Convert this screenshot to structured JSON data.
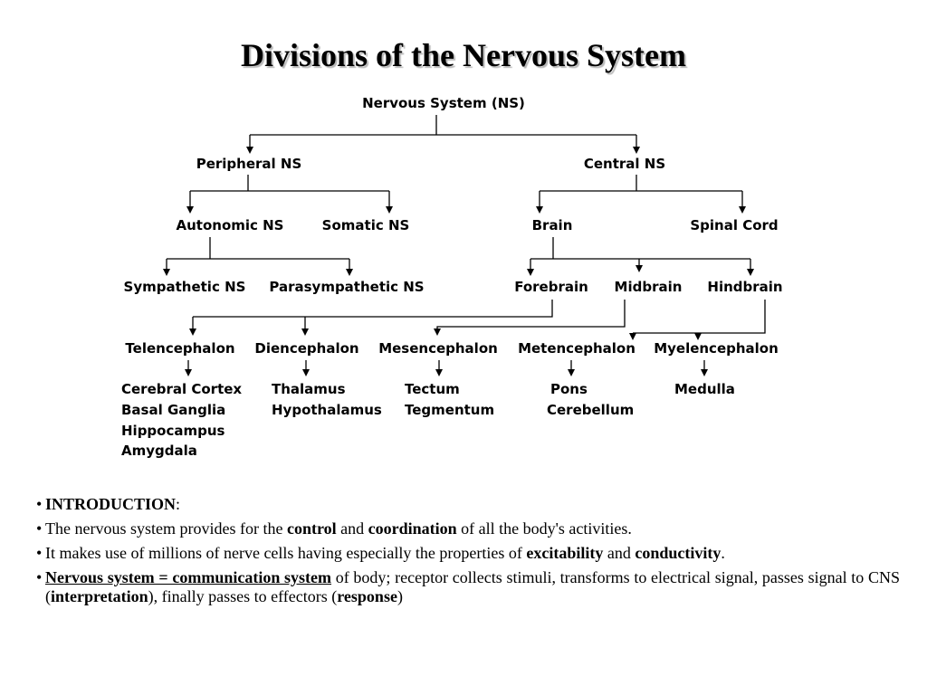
{
  "title": "Divisions of the Nervous System",
  "diagram": {
    "nodes": {
      "ns": "Nervous System (NS)",
      "peripheral": "Peripheral NS",
      "central": "Central NS",
      "autonomic": "Autonomic NS",
      "somatic": "Somatic NS",
      "brain": "Brain",
      "spinal": "Spinal Cord",
      "sympathetic": "Sympathetic NS",
      "parasympathetic": "Parasympathetic NS",
      "forebrain": "Forebrain",
      "midbrain": "Midbrain",
      "hindbrain": "Hindbrain",
      "telencephalon": "Telencephalon",
      "diencephalon": "Diencephalon",
      "mesencephalon": "Mesencephalon",
      "metencephalon": "Metencephalon",
      "myelencephalon": "Myelencephalon",
      "cerebral_cortex": "Cerebral Cortex",
      "basal_ganglia": "Basal Ganglia",
      "hippocampus": "Hippocampus",
      "amygdala": "Amygdala",
      "thalamus": "Thalamus",
      "hypothalamus": "Hypothalamus",
      "tectum": "Tectum",
      "tegmentum": "Tegmentum",
      "pons": "Pons",
      "cerebellum": "Cerebellum",
      "medulla": "Medulla"
    }
  },
  "intro": {
    "b1": {
      "bold": "INTRODUCTION",
      "rest": ":"
    },
    "b2": {
      "t1": "The nervous system provides for the ",
      "b1": "control",
      "t2": " and ",
      "b2": "coordination",
      "t3": " of all the body's activities."
    },
    "b3": {
      "t1": "It makes use of millions of nerve cells having especially the properties of ",
      "b1": "excitability",
      "t2": " and ",
      "b2": "conductivity",
      "t3": "."
    },
    "b4": {
      "b1": "Nervous system = communication system",
      "t1": " of body; receptor collects stimuli, transforms to electrical signal, passes signal to CNS (",
      "b2": "interpretation",
      "t2": "), finally passes to effectors (",
      "b3": "response",
      "t3": ")"
    }
  }
}
